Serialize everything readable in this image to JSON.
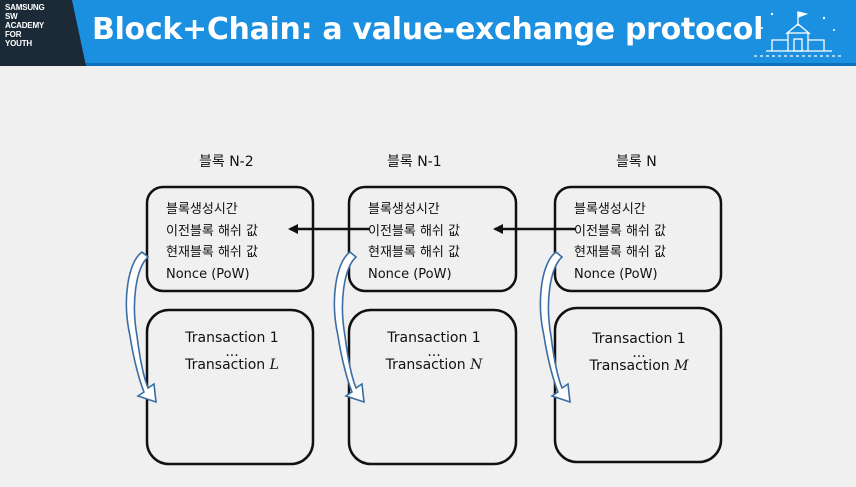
{
  "header": {
    "logo_lines": "SAMSUNG\nSW\nACADEMY\nFOR\nYOUTH",
    "title": "Block+Chain: a value-exchange protocol"
  },
  "blocks": [
    {
      "label": "블록 N-2",
      "fields": [
        "블록생성시간",
        "이전블록 해쉬 값",
        "현재블록 해쉬 값",
        "Nonce (PoW)"
      ],
      "tx_first": "Transaction 1",
      "tx_ellipsis": "...",
      "tx_last_prefix": "Transaction",
      "tx_last_var": "L"
    },
    {
      "label": "블록 N-1",
      "fields": [
        "블록생성시간",
        "이전블록 해쉬 값",
        "현재블록 해쉬 값",
        "Nonce (PoW)"
      ],
      "tx_first": "Transaction 1",
      "tx_ellipsis": "...",
      "tx_last_prefix": "Transaction",
      "tx_last_var": "N"
    },
    {
      "label": "블록 N",
      "fields": [
        "블록생성시간",
        "이전블록 해쉬 값",
        "현재블록 해쉬 값",
        "Nonce (PoW)"
      ],
      "tx_first": "Transaction 1",
      "tx_ellipsis": "...",
      "tx_last_prefix": "Transaction",
      "tx_last_var": "M"
    }
  ],
  "colors": {
    "header_blue": "#1b8fe0",
    "curve_blue": "#3a6ea5",
    "box_border": "#111111",
    "background": "#f0f0f0"
  },
  "icons": [
    "school-flag-icon",
    "chain-arrow-icon",
    "hash-link-curve-icon"
  ]
}
